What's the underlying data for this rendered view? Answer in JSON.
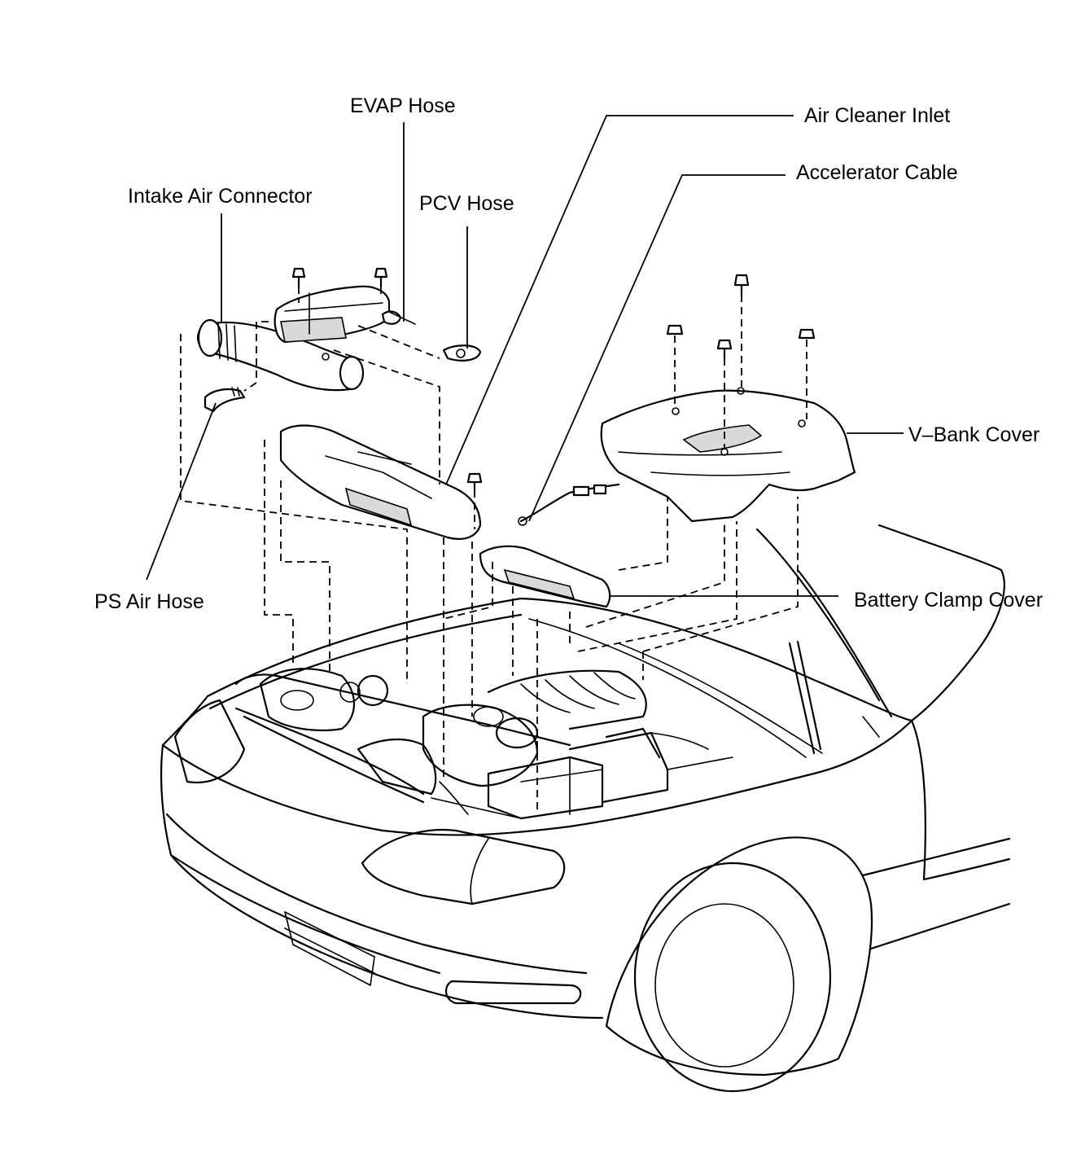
{
  "diagram": {
    "labels": {
      "evap_hose": "EVAP Hose",
      "air_cleaner_inlet": "Air Cleaner Inlet",
      "accelerator_cable": "Accelerator Cable",
      "intake_air_connector": "Intake Air Connector",
      "pcv_hose": "PCV Hose",
      "v_bank_cover": "V–Bank Cover",
      "ps_air_hose": "PS Air Hose",
      "battery_clamp_cover": "Battery Clamp Cover"
    }
  }
}
